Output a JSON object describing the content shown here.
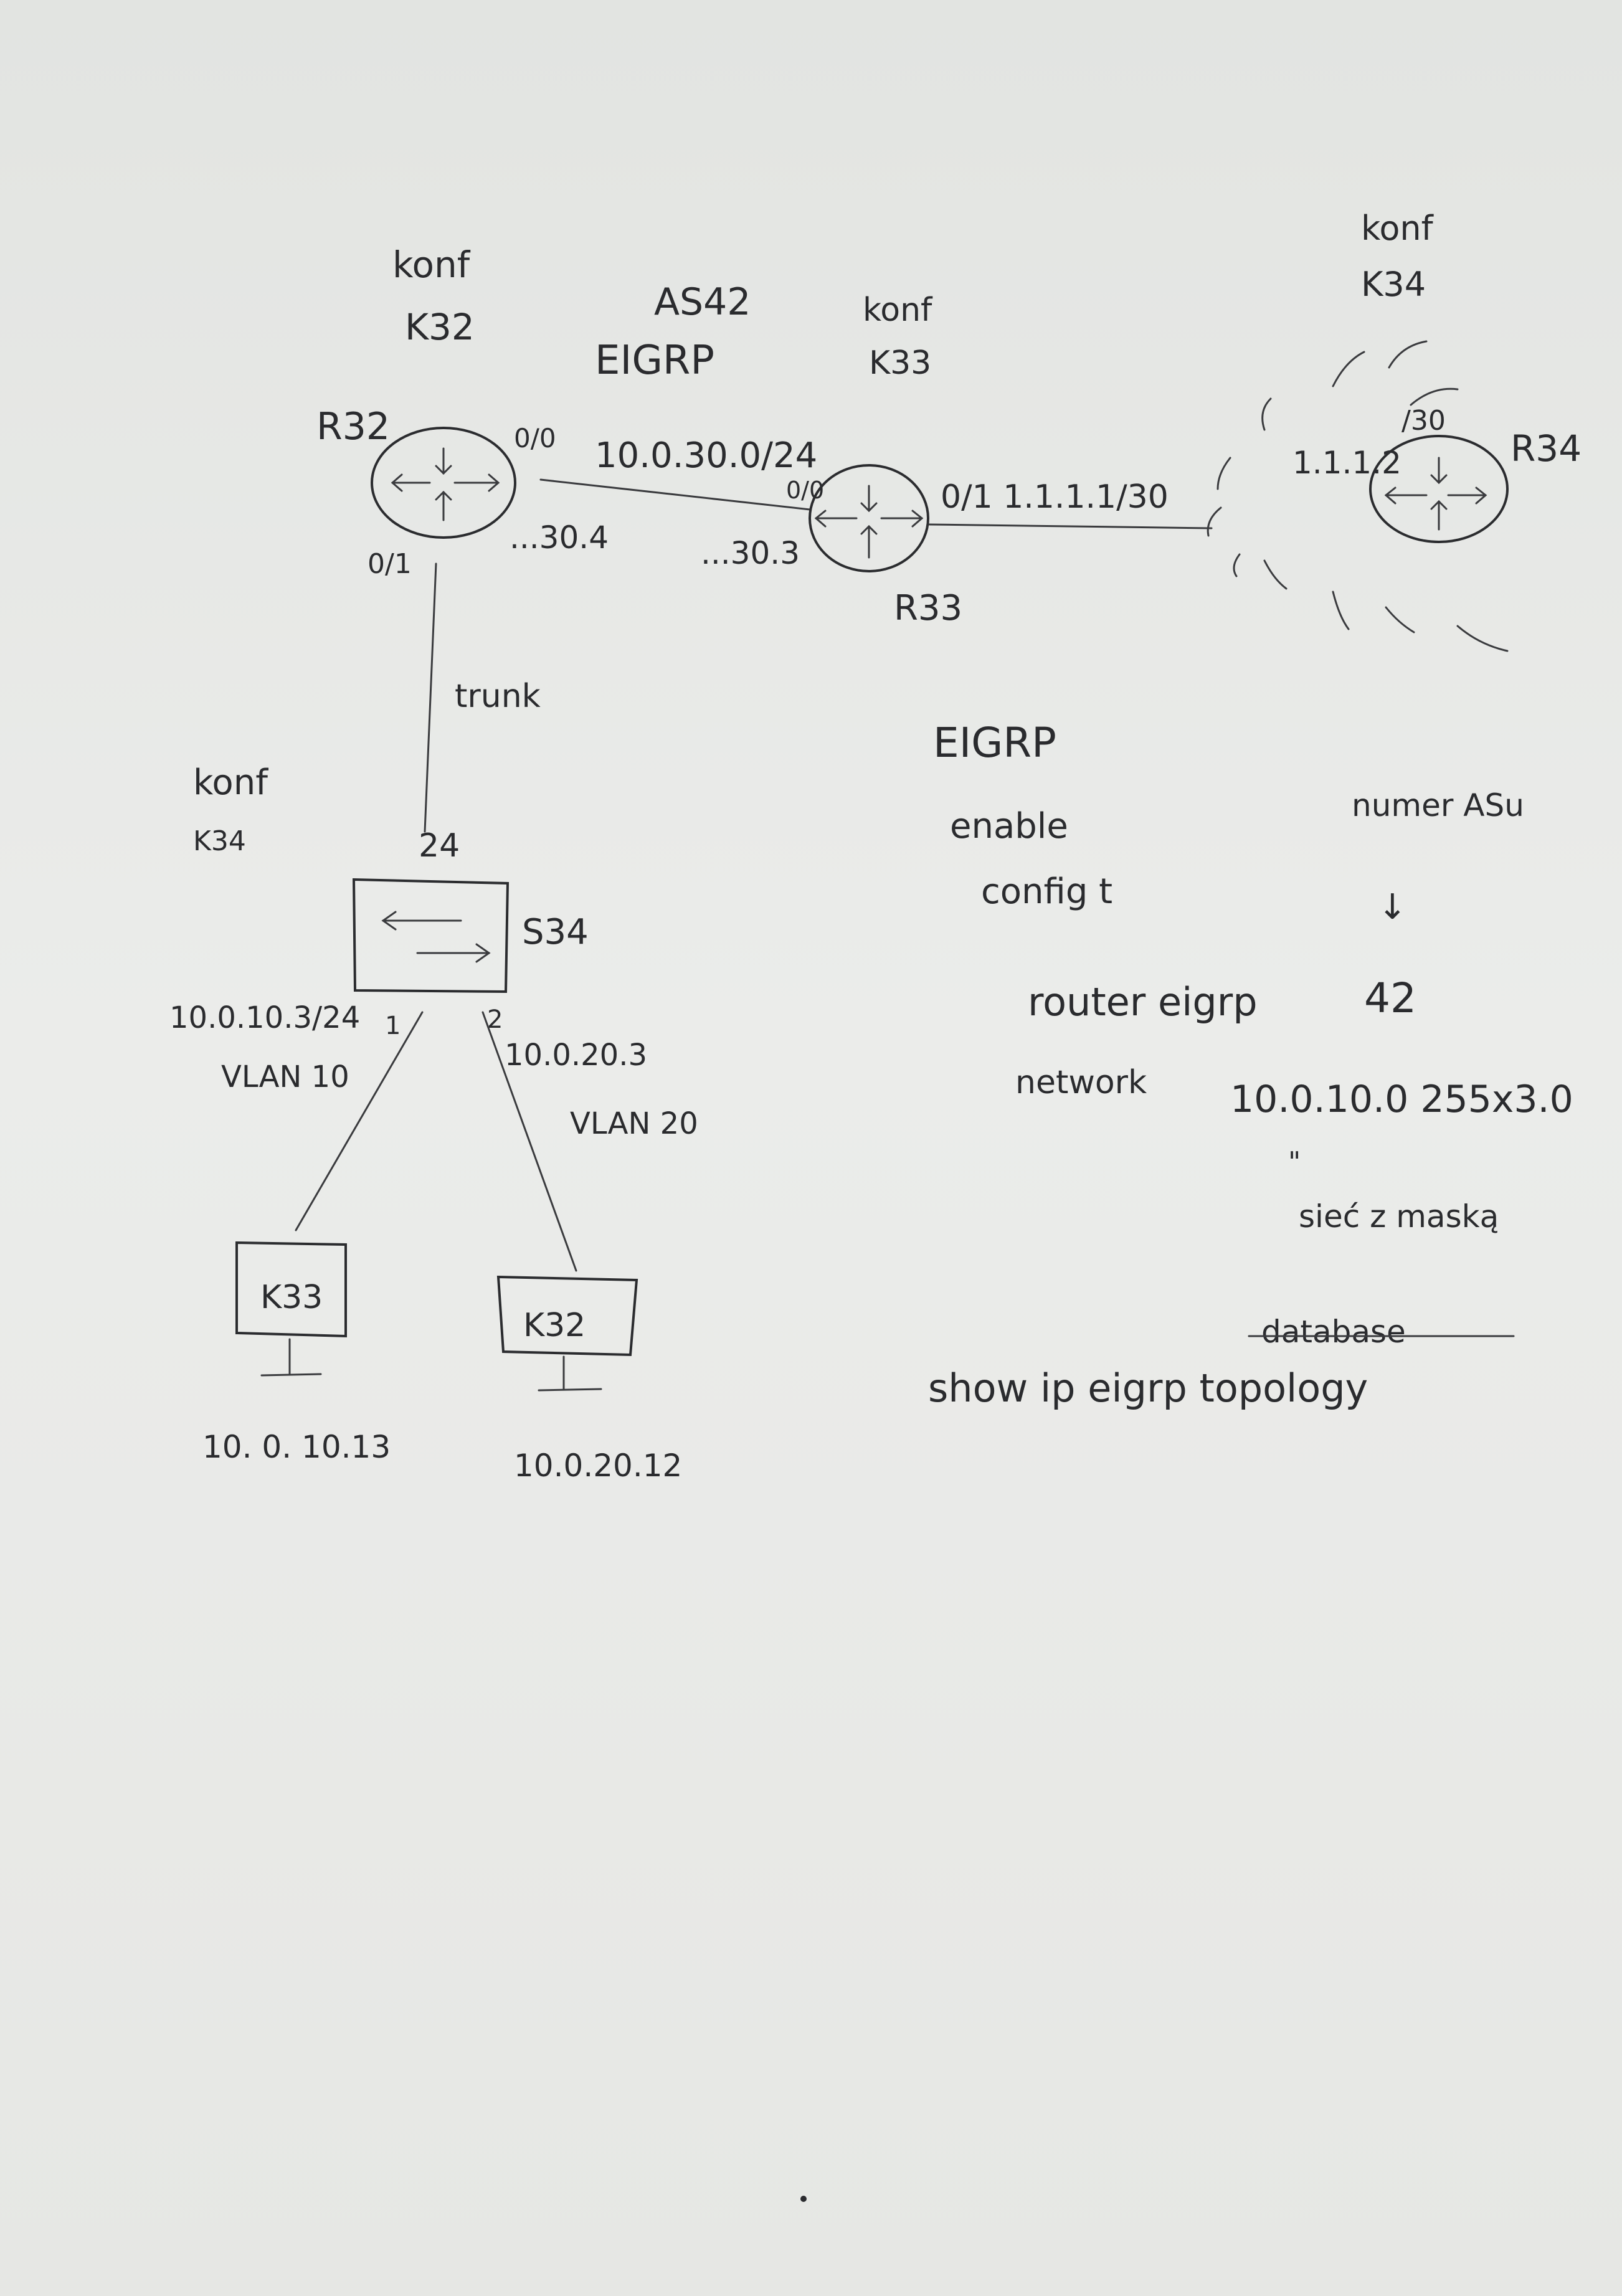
{
  "top": {
    "r32_konf": "konf",
    "r32_k": "K32",
    "as": "AS42",
    "proto": "EIGRP",
    "r33_konf": "konf",
    "r33_k": "K33",
    "r34_konf": "konf",
    "r34_k": "K34"
  },
  "routers": {
    "r32_label": "R32",
    "r33_label": "R33",
    "r34_label": "R34"
  },
  "links": {
    "r32_port_00": "0/0",
    "net_30": "10.0.30.0/24",
    "r33_port_00": "0/0",
    "r33_port_01": "0/1 1.1.1.1/30",
    "r34_addr": "1.1.1.2",
    "r34_mask": "/30",
    "r32_ip": "...30.4",
    "r33_ip": "...30.3",
    "r32_port_01": "0/1",
    "trunk": "trunk"
  },
  "switch": {
    "konf": "konf",
    "k": "K34",
    "port_24": "24",
    "label": "S34",
    "port_1": "1",
    "port_2": "2",
    "vlan10_ip": "10.0.10.3/24",
    "vlan10": "VLAN 10",
    "vlan20_ip": "10.0.20.3",
    "vlan20": "VLAN 20"
  },
  "hosts": {
    "k33": "K33",
    "k32": "K32",
    "k33_ip": "10. 0. 10.13",
    "k32_ip": "10.0.20.12"
  },
  "notes": {
    "title": "EIGRP",
    "enable": "enable",
    "as_number": "numer ASu",
    "config": "config t",
    "arrow": "↓",
    "router_cmd": "router eigrp",
    "router_as": "42",
    "network_cmd": "network",
    "network_val": "10.0.10.0 255x3.0",
    "quote": "\"",
    "siec": "sieć z maską",
    "database": "database",
    "show": "show ip eigrp topology"
  }
}
